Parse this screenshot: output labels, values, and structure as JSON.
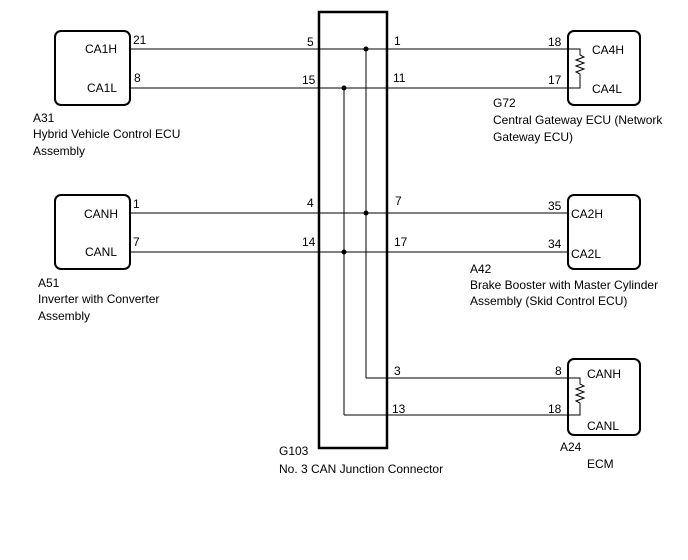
{
  "connectors": {
    "a31": {
      "code": "A31",
      "name_lines": [
        "Hybrid Vehicle Control ECU",
        "Assembly"
      ],
      "terminals": [
        "CA1H",
        "CA1L"
      ],
      "pins": [
        "21",
        "8"
      ]
    },
    "a51": {
      "code": "A51",
      "name_lines": [
        "Inverter with Converter",
        "Assembly"
      ],
      "terminals": [
        "CANH",
        "CANL"
      ],
      "pins": [
        "1",
        "7"
      ]
    },
    "g72": {
      "code": "G72",
      "name_lines": [
        "Central Gateway ECU (Network",
        "Gateway ECU)"
      ],
      "terminals": [
        "CA4H",
        "CA4L"
      ],
      "pins": [
        "18",
        "17"
      ]
    },
    "a42": {
      "code": "A42",
      "name_lines": [
        "Brake Booster with Master Cylinder",
        "Assembly (Skid Control ECU)"
      ],
      "terminals": [
        "CA2H",
        "CA2L"
      ],
      "pins": [
        "35",
        "34"
      ]
    },
    "a24": {
      "code": "A24",
      "name_lines": [
        "ECM"
      ],
      "terminals": [
        "CANH",
        "CANL"
      ],
      "pins": [
        "8",
        "18"
      ]
    },
    "g103": {
      "code": "G103",
      "name_lines": [
        "No. 3 CAN Junction Connector"
      ],
      "left_pins": [
        "5",
        "15",
        "4",
        "14"
      ],
      "right_pins": [
        "1",
        "11",
        "7",
        "17",
        "3",
        "13"
      ]
    }
  }
}
